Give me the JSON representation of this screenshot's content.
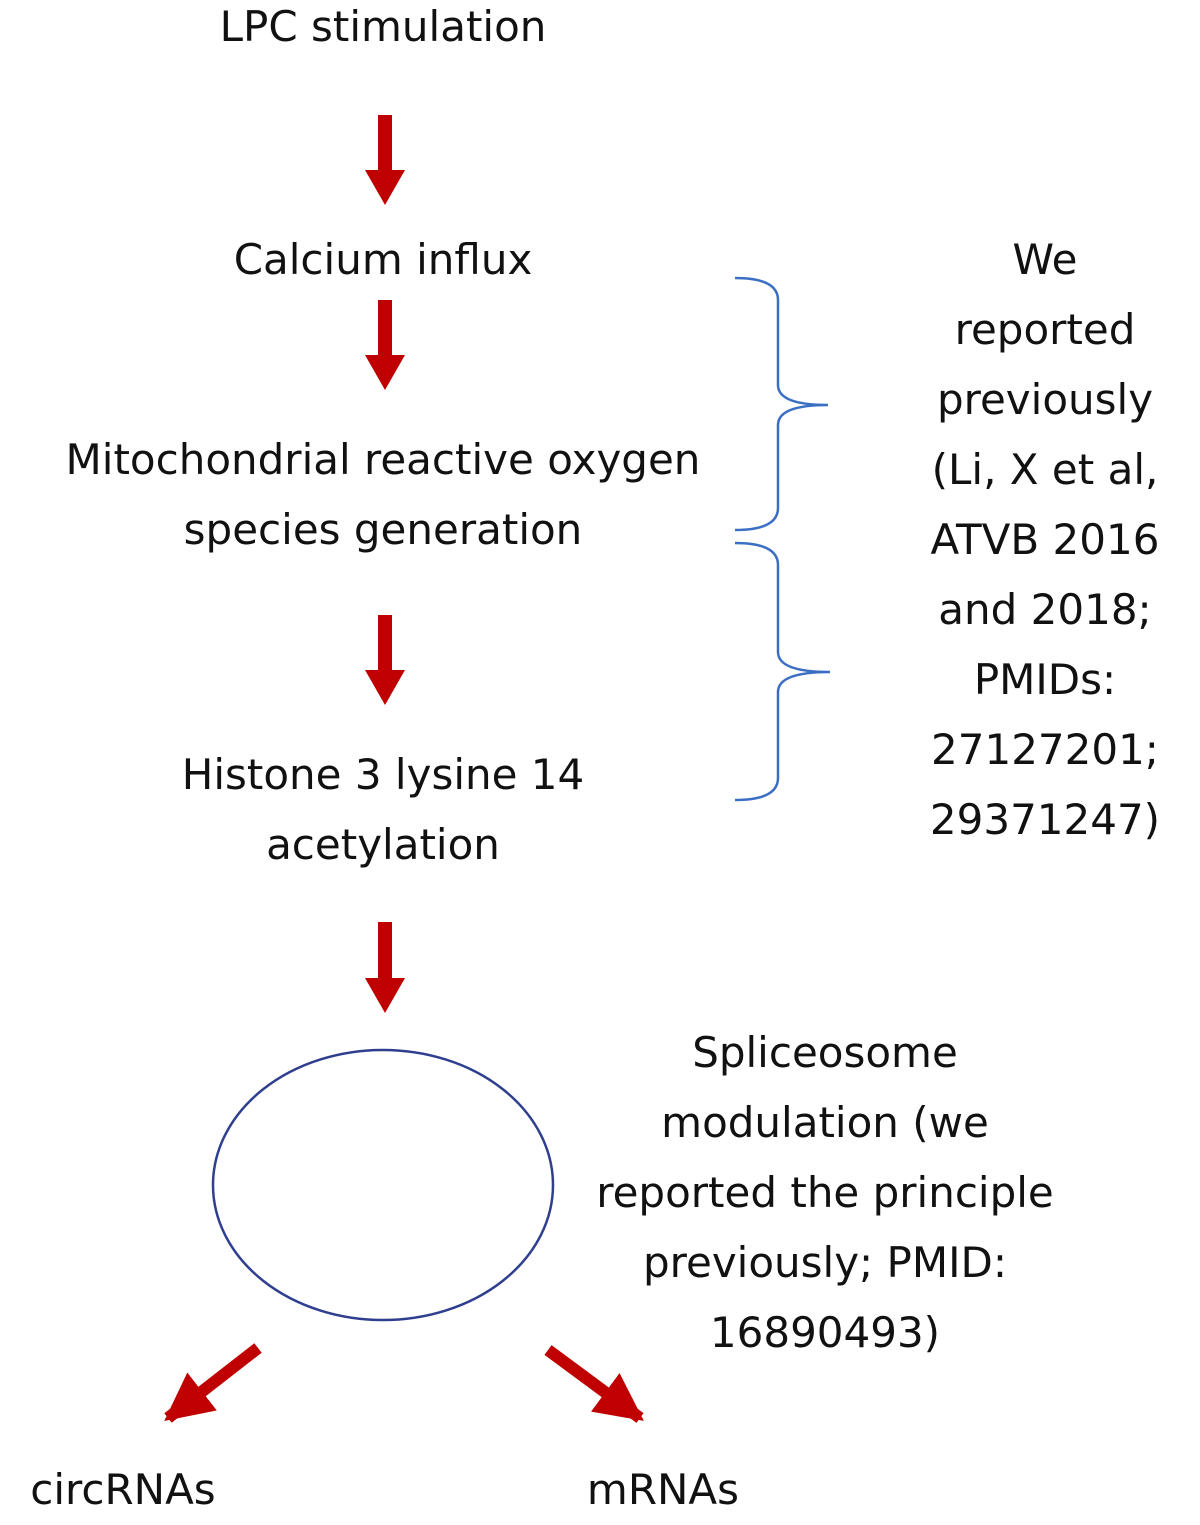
{
  "steps": {
    "lpc": "LPC stimulation",
    "calcium": "Calcium influx",
    "mito": "Mitochondrial reactive oxygen\nspecies generation",
    "histone": "Histone 3 lysine 14\nacetylation",
    "circrnas": "circRNAs",
    "mrnas": "mRNAs"
  },
  "notes": {
    "previous": "We\nreported\npreviously\n(Li, X et al,\nATVB 2016\nand 2018;\nPMIDs:\n27127201;\n29371247)",
    "spliceosome": "Spliceosome\nmodulation (we\nreported the principle\npreviously; PMID:\n16890493)"
  },
  "colors": {
    "arrow": "#c00000",
    "bracket": "#3a6fc4",
    "ellipse": "#2f3f8f",
    "text": "#111111"
  }
}
